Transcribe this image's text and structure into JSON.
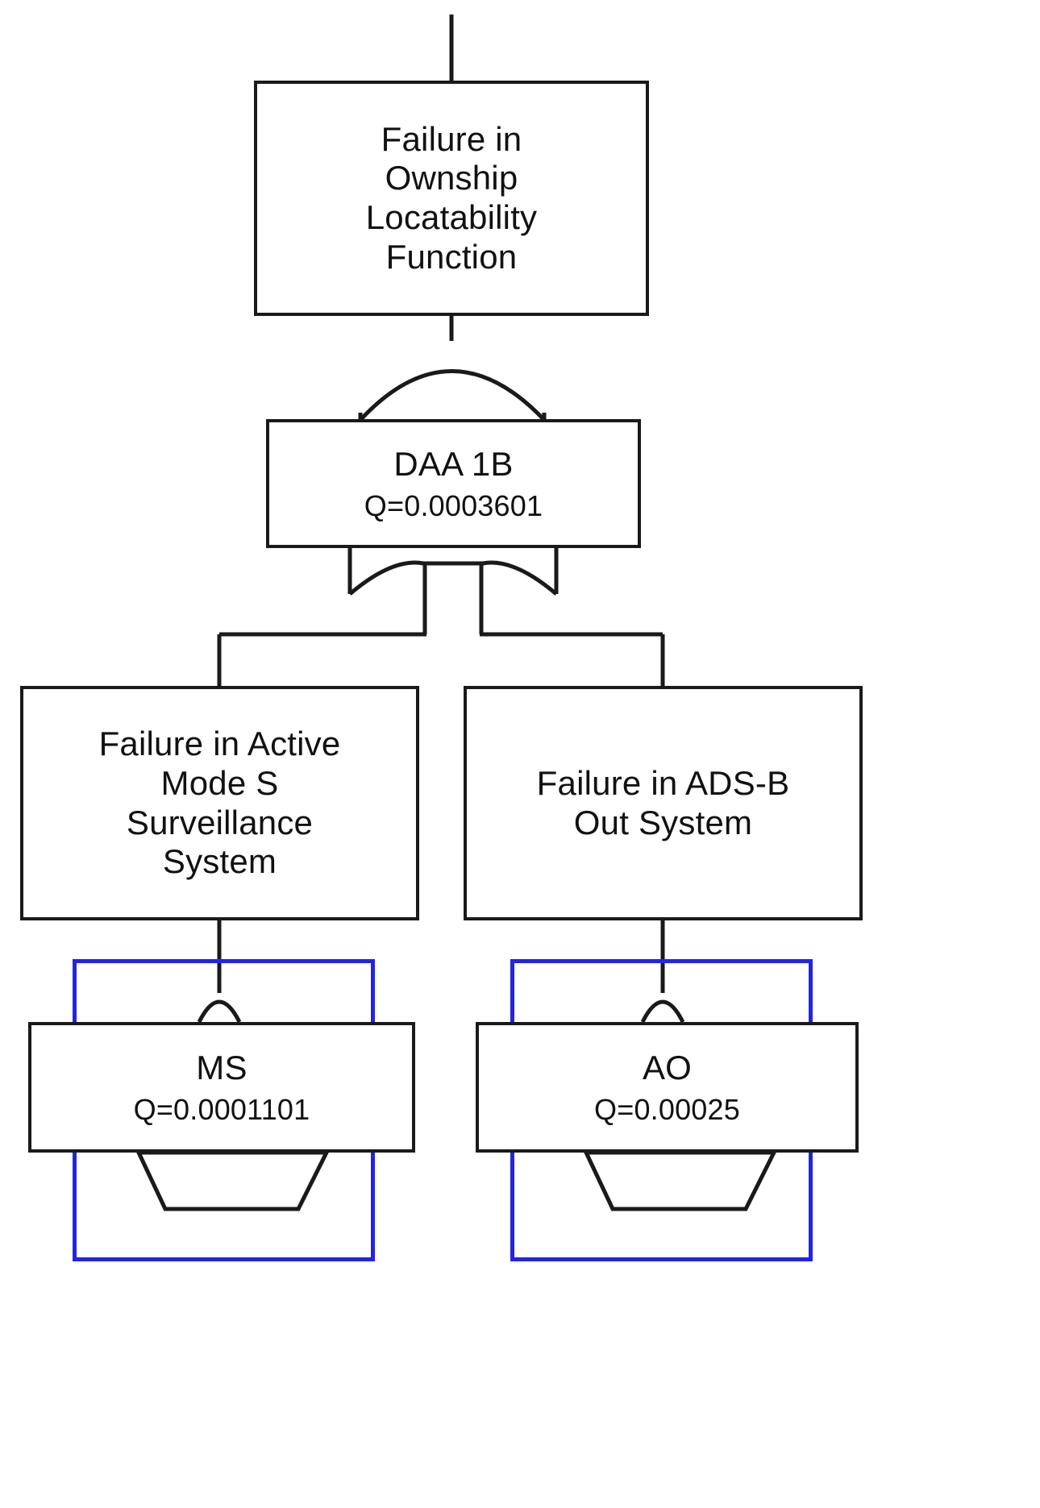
{
  "diagram": {
    "type": "fault-tree",
    "title_text": "",
    "colors": {
      "line": "#1a1a1a",
      "box_border": "#1a1a1a",
      "text": "#111111",
      "highlight_frame": "#2222ee",
      "background": "#ffffff"
    }
  },
  "nodes": {
    "top_event": {
      "label": "Failure in\nOwnship\nLocatability\nFunction",
      "q": ""
    },
    "daa_gate": {
      "label": "DAA 1B",
      "q": "Q=0.0003601"
    },
    "left_branch": {
      "label": "Failure in Active\nMode S\nSurveillance\nSystem",
      "q": ""
    },
    "right_branch": {
      "label": "Failure in ADS-B\nOut System",
      "q": ""
    },
    "basic_ms": {
      "label": "MS",
      "q": "Q=0.0001101"
    },
    "basic_ao": {
      "label": "AO",
      "q": "Q=0.00025"
    }
  },
  "gates": {
    "or_gate_top": {
      "symbol": "or-gate-arc",
      "name": "OR gate"
    },
    "or_gate_daa": {
      "symbol": "or-gate-arc-inverted",
      "name": "OR gate"
    },
    "transfer_ms": {
      "symbol": "transfer-trapezoid",
      "name": "Transfer"
    },
    "transfer_ao": {
      "symbol": "transfer-trapezoid",
      "name": "Transfer"
    }
  },
  "highlights": [
    {
      "target": "basic_ms",
      "color": "#2222ee"
    },
    {
      "target": "basic_ao",
      "color": "#2222ee"
    }
  ],
  "chart_data": {
    "type": "table",
    "title": "Fault Tree - Failure in Ownship Locatability Function",
    "nodes": [
      {
        "id": "top_event",
        "label": "Failure in Ownship Locatability Function",
        "q": null,
        "level": 0
      },
      {
        "id": "daa_gate",
        "label": "DAA 1B",
        "q": 0.0003601,
        "level": 1
      },
      {
        "id": "left_branch",
        "label": "Failure in Active Mode S Surveillance System",
        "q": null,
        "level": 2
      },
      {
        "id": "right_branch",
        "label": "Failure in ADS-B Out System",
        "q": null,
        "level": 2
      },
      {
        "id": "basic_ms",
        "label": "MS",
        "q": 0.0001101,
        "level": 3
      },
      {
        "id": "basic_ao",
        "label": "AO",
        "q": 0.00025,
        "level": 3
      }
    ],
    "edges": [
      {
        "from": "top_event",
        "to": "daa_gate",
        "gate": "OR"
      },
      {
        "from": "daa_gate",
        "to": "left_branch",
        "gate": "OR"
      },
      {
        "from": "daa_gate",
        "to": "right_branch",
        "gate": "OR"
      },
      {
        "from": "left_branch",
        "to": "basic_ms",
        "gate": "OR"
      },
      {
        "from": "right_branch",
        "to": "basic_ao",
        "gate": "OR"
      }
    ]
  }
}
